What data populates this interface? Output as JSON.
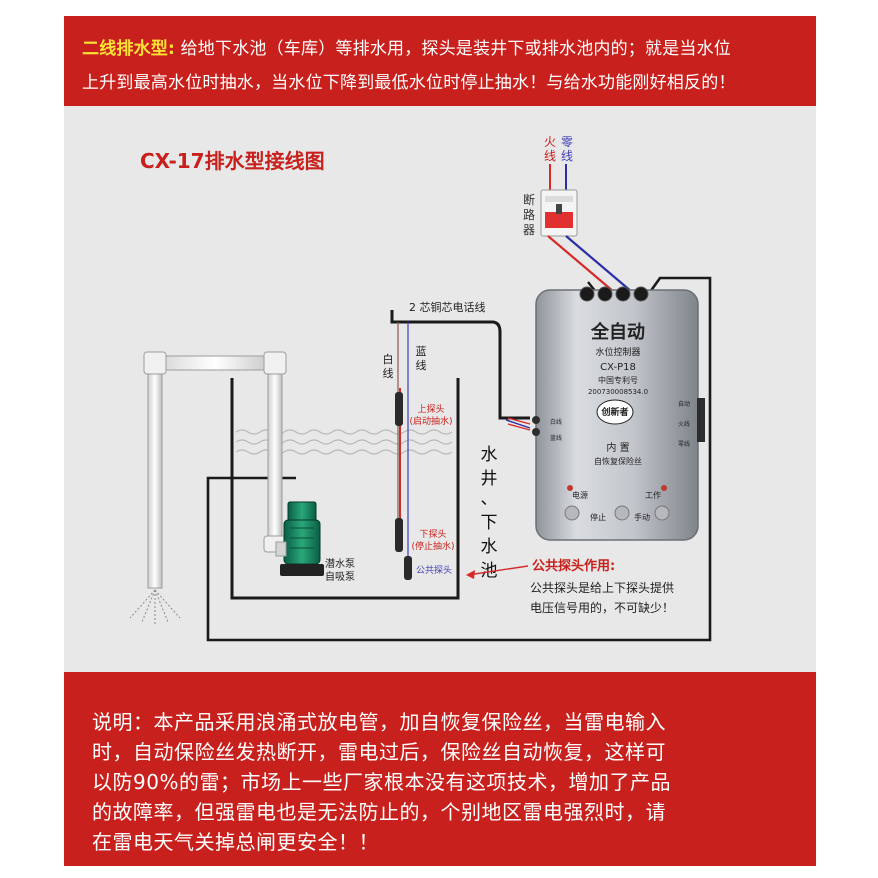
{
  "header": {
    "type_label": "二线排水型:",
    "line1": "给地下水池（车库）等排水用，探头是装井下或排水池内的；就是当水位",
    "line2": "上升到最高水位时抽水，当水位下降到最低水位时停止抽水！与给水功能刚好相反的！"
  },
  "diagram": {
    "title": "CX-17排水型接线图",
    "live_wire": [
      "火",
      "线"
    ],
    "neutral_wire": [
      "零",
      "线"
    ],
    "breaker": [
      "断",
      "路",
      "器"
    ],
    "cable_label": "2 芯铜芯电话线",
    "white_wire": [
      "白",
      "线"
    ],
    "blue_wire": [
      "蓝",
      "线"
    ],
    "upper_probe": "上探头",
    "upper_probe_note": "(启动抽水)",
    "lower_probe": "下探头",
    "lower_probe_note": "(停止抽水)",
    "common_probe": "公共探头",
    "well": [
      "水",
      "井",
      "、",
      "下",
      "水",
      "池"
    ],
    "pump": [
      "潜水泵",
      "自吸泵"
    ],
    "common_probe_title": "公共探头作用:",
    "common_probe_desc": [
      "公共探头是给上下探头提供",
      "电压信号用的，不可缺少！"
    ],
    "controller": {
      "brand": "全自动",
      "name": "水位控制器",
      "model": "CX-P18",
      "patent_label": "中国专利号",
      "patent_no": "200730008534.0",
      "logo": "创新者",
      "fuse_line1": "内  置",
      "fuse_line2": "自恢复保险丝",
      "led_power": "电源",
      "led_work": "工作",
      "stop": "停止",
      "manual": "手动",
      "terminal_left_1": "白线",
      "terminal_left_2": "蓝线",
      "terminal_right_1": "自动",
      "terminal_right_2": "火线",
      "terminal_right_3": "零线"
    }
  },
  "footer": {
    "lines": [
      "说明：本产品采用浪涌式放电管，加自恢复保险丝，当雷电输入",
      "时，自动保险丝发热断开，雷电过后，保险丝自动恢复，这样可",
      "以防90%的雷；市场上一些厂家根本没有这项技术，增加了产品",
      "的故障率，但强雷电也是无法防止的，个别地区雷电强烈时，请",
      "在雷电天气关掉总闸更安全！！"
    ]
  }
}
